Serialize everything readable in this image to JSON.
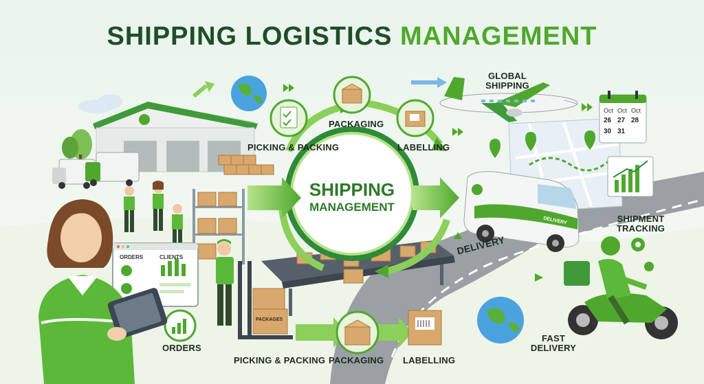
{
  "title": {
    "part1": "SHIPPING LOGISTICS",
    "part2": "MANAGEMENT"
  },
  "hub": {
    "line1": "SHIPPING",
    "line2": "MANAGEMENT"
  },
  "labels": {
    "picking_packing_top": "PICKING & PACKING",
    "packaging_top": "PACKAGING",
    "labelling_top": "LABELLING",
    "global_shipping": "GLOBAL SHIPPING",
    "delivery": "DELIVERY",
    "shipment_tracking": "SHIPMENT TRACKING",
    "fast_delivery": "FAST DELIVERY",
    "orders_bottom": "ORDERS",
    "picking_packing_bottom": "PICKING & PACKING",
    "packaging_bottom": "PACKAGING",
    "labelling_bottom": "LABELLING"
  },
  "dashboard": {
    "orders": "ORDERS",
    "clients": "CLIENTS"
  },
  "calendar": {
    "months": [
      "Oct",
      "Oct",
      "Oct"
    ],
    "days": [
      "26",
      "27",
      "28",
      "30",
      "31"
    ]
  },
  "van_text": "DELIVERY",
  "box_text": "PACKAGES",
  "colors": {
    "dark_green": "#1f4e2a",
    "accent_green": "#4fa82d",
    "light_green": "#8ccf5a",
    "box_brown": "#d9a86c"
  },
  "icons": [
    "globe-icon",
    "box-icon",
    "checklist-icon",
    "label-box-icon",
    "airplane-icon",
    "map-pin-icon",
    "calendar-icon",
    "chart-icon",
    "warehouse-icon",
    "truck-icon",
    "van-icon",
    "motorcycle-icon",
    "conveyor-icon",
    "forklift-icon",
    "tablet-icon"
  ]
}
